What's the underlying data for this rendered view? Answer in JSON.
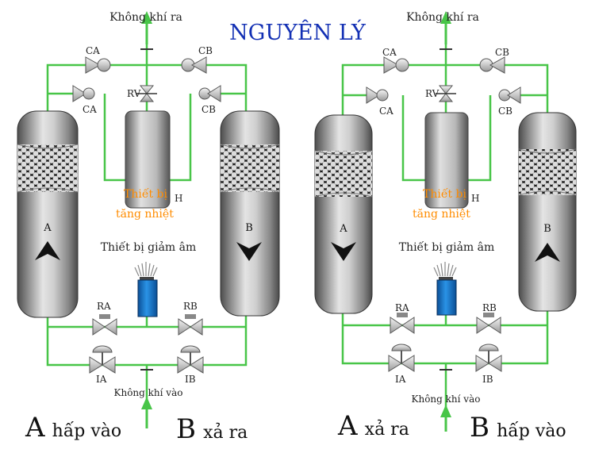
{
  "title": "NGUYÊN LÝ",
  "colors": {
    "pipe": "#48c548",
    "title": "#1330b4",
    "heater_label": "#ff8c00",
    "silencer": "#1e7fd2"
  },
  "panels": [
    {
      "air_out": "Không khí ra",
      "air_in": "Không khí vào",
      "check_valves": [
        "CA",
        "CB",
        "CA",
        "CB"
      ],
      "relief_valve": "RV",
      "heater_line1": "Thiết bị",
      "heater_line2": "tăng nhiệt",
      "heater_tag": "H",
      "silencer": "Thiết bị giảm âm",
      "tank_a": "A",
      "tank_b": "B",
      "valves": [
        "RA",
        "RB",
        "IA",
        "IB"
      ],
      "caption_a_letter": "A",
      "caption_a_text": "hấp vào",
      "caption_b_letter": "B",
      "caption_b_text": "xả ra"
    },
    {
      "air_out": "Không khí ra",
      "air_in": "Không khí vào",
      "check_valves": [
        "CA",
        "CB",
        "CA",
        "CB"
      ],
      "relief_valve": "RV",
      "heater_line1": "Thiết bị",
      "heater_line2": "tăng nhiệt",
      "heater_tag": "H",
      "silencer": "Thiết bị giảm âm",
      "tank_a": "A",
      "tank_b": "B",
      "valves": [
        "RA",
        "RB",
        "IA",
        "IB"
      ],
      "caption_a_letter": "A",
      "caption_a_text": "xả ra",
      "caption_b_letter": "B",
      "caption_b_text": "hấp vào"
    }
  ]
}
